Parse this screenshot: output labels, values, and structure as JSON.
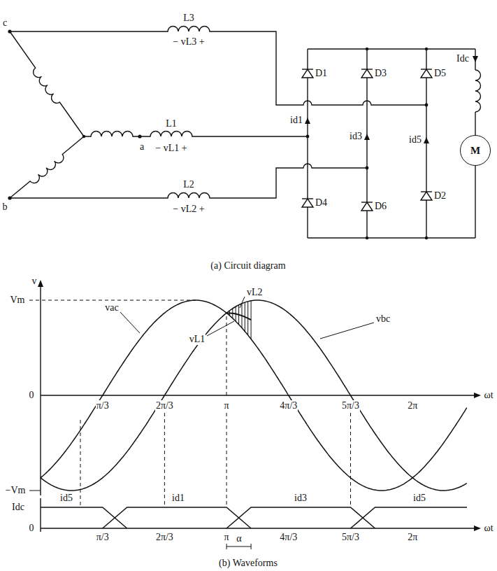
{
  "diagram": {
    "nodes": [
      {
        "text": [
          "M"
        ]
      }
    ],
    "labels": [
      "c",
      "b",
      "a",
      "L3",
      "− vL3 +",
      "L1",
      "− vL1 +",
      "L2",
      "− vL2 +",
      "id1",
      "D1",
      "D3",
      "D5",
      "id3",
      "id5",
      "D4",
      "D6",
      "D2",
      "Idc",
      "(a) Circuit diagram",
      "v",
      "Vm",
      "0",
      "−Vm",
      "vac",
      "vbc",
      "vL2",
      "vL1",
      "π/3",
      "2π/3",
      "π",
      "4π/3",
      "5π/3",
      "2π",
      "ωt",
      "Idc",
      "0",
      "id5",
      "id1",
      "id3",
      "id5",
      "π/3",
      "2π/3",
      "π",
      "4π/3",
      "5π/3",
      "2π",
      "ωt",
      "α",
      "(b) Waveforms"
    ]
  }
}
